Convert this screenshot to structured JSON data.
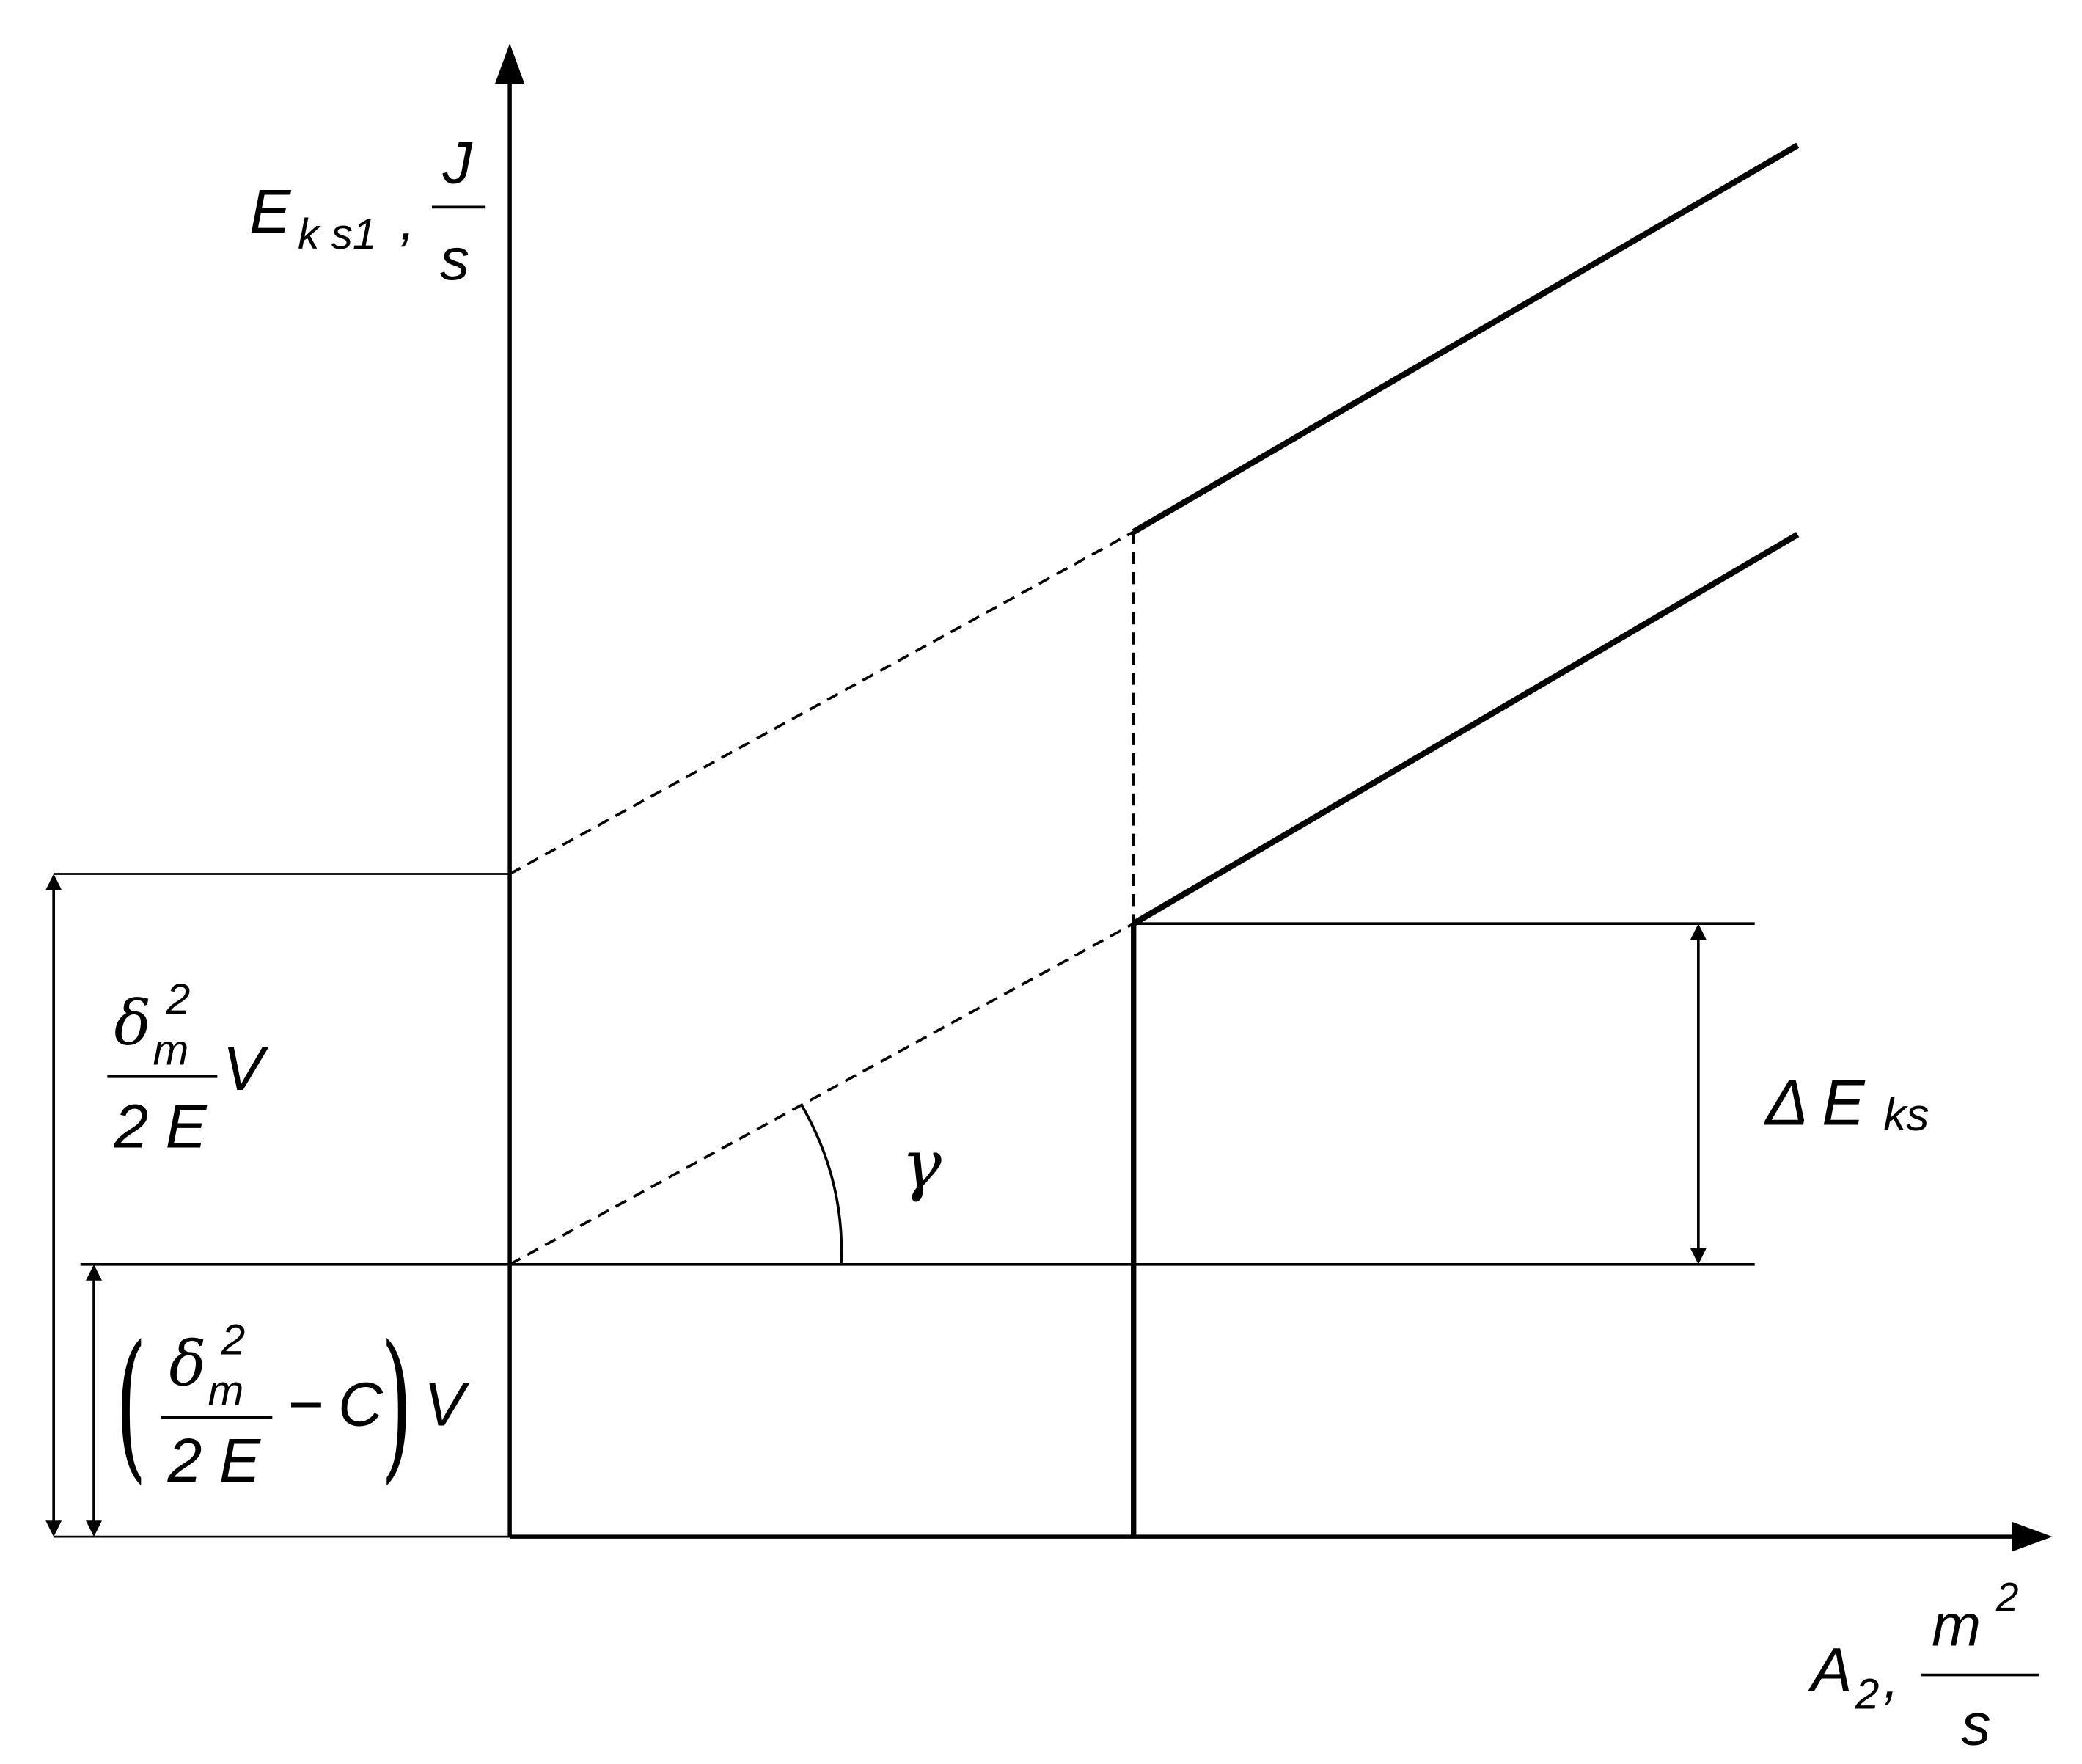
{
  "diagram": {
    "y_axis_label": {
      "main": "E",
      "sub": "k s1",
      "sep": ",",
      "unit_num": "J",
      "unit_den": "s"
    },
    "x_axis_label": {
      "main": "A",
      "sub": "2",
      "sep": ",",
      "unit_num": "m",
      "unit_num_sup": "2",
      "unit_den": "s"
    },
    "angle_label": "γ",
    "delta_label": {
      "prefix": "Δ",
      "main": "E",
      "sub": "ks"
    },
    "upper_left_term": {
      "delta": "δ",
      "sub": "m",
      "sup": "2",
      "den": "2 E",
      "factor": "V"
    },
    "lower_left_term": {
      "open_paren": "(",
      "delta": "δ",
      "sub": "m",
      "sup": "2",
      "den": "2 E",
      "minus": "−",
      "const": "C",
      "close_paren": ")",
      "factor": "V"
    }
  }
}
